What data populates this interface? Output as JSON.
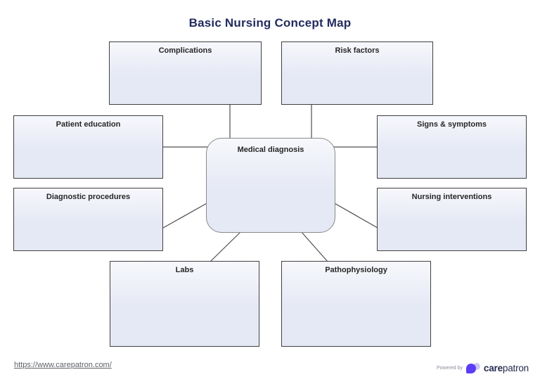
{
  "page": {
    "title": "Basic Nursing Concept Map"
  },
  "colors": {
    "page_bg": "#ffffff",
    "title_text": "#222c5e",
    "label_text": "#262626",
    "box_border": "#404040",
    "node_border": "#8a8a8a",
    "box_fill_top": "#f7f8fc",
    "box_fill_bottom": "#e5e8f5",
    "connector": "#4d4d4d",
    "footer_link": "#5f6368",
    "powered_by_text": "#8b8e9c",
    "brand_purple": "#5b3df5",
    "brand_lavender": "#cdc5f1",
    "brand_text": "#262c4e"
  },
  "diagram": {
    "center_node": {
      "label": "Medical diagnosis"
    },
    "boxes": [
      {
        "id": "complications",
        "label": "Complications"
      },
      {
        "id": "risk-factors",
        "label": "Risk factors"
      },
      {
        "id": "patient-education",
        "label": "Patient education"
      },
      {
        "id": "signs-symptoms",
        "label": "Signs & symptoms"
      },
      {
        "id": "diagnostic-procedures",
        "label": "Diagnostic procedures"
      },
      {
        "id": "nursing-interventions",
        "label": "Nursing interventions"
      },
      {
        "id": "labs",
        "label": "Labs"
      },
      {
        "id": "pathophysiology",
        "label": "Pathophysiology"
      }
    ]
  },
  "footer": {
    "link": "https://www.carepatron.com/",
    "powered_by": "Powered by",
    "brand_bold": "care",
    "brand_regular": "patron"
  }
}
